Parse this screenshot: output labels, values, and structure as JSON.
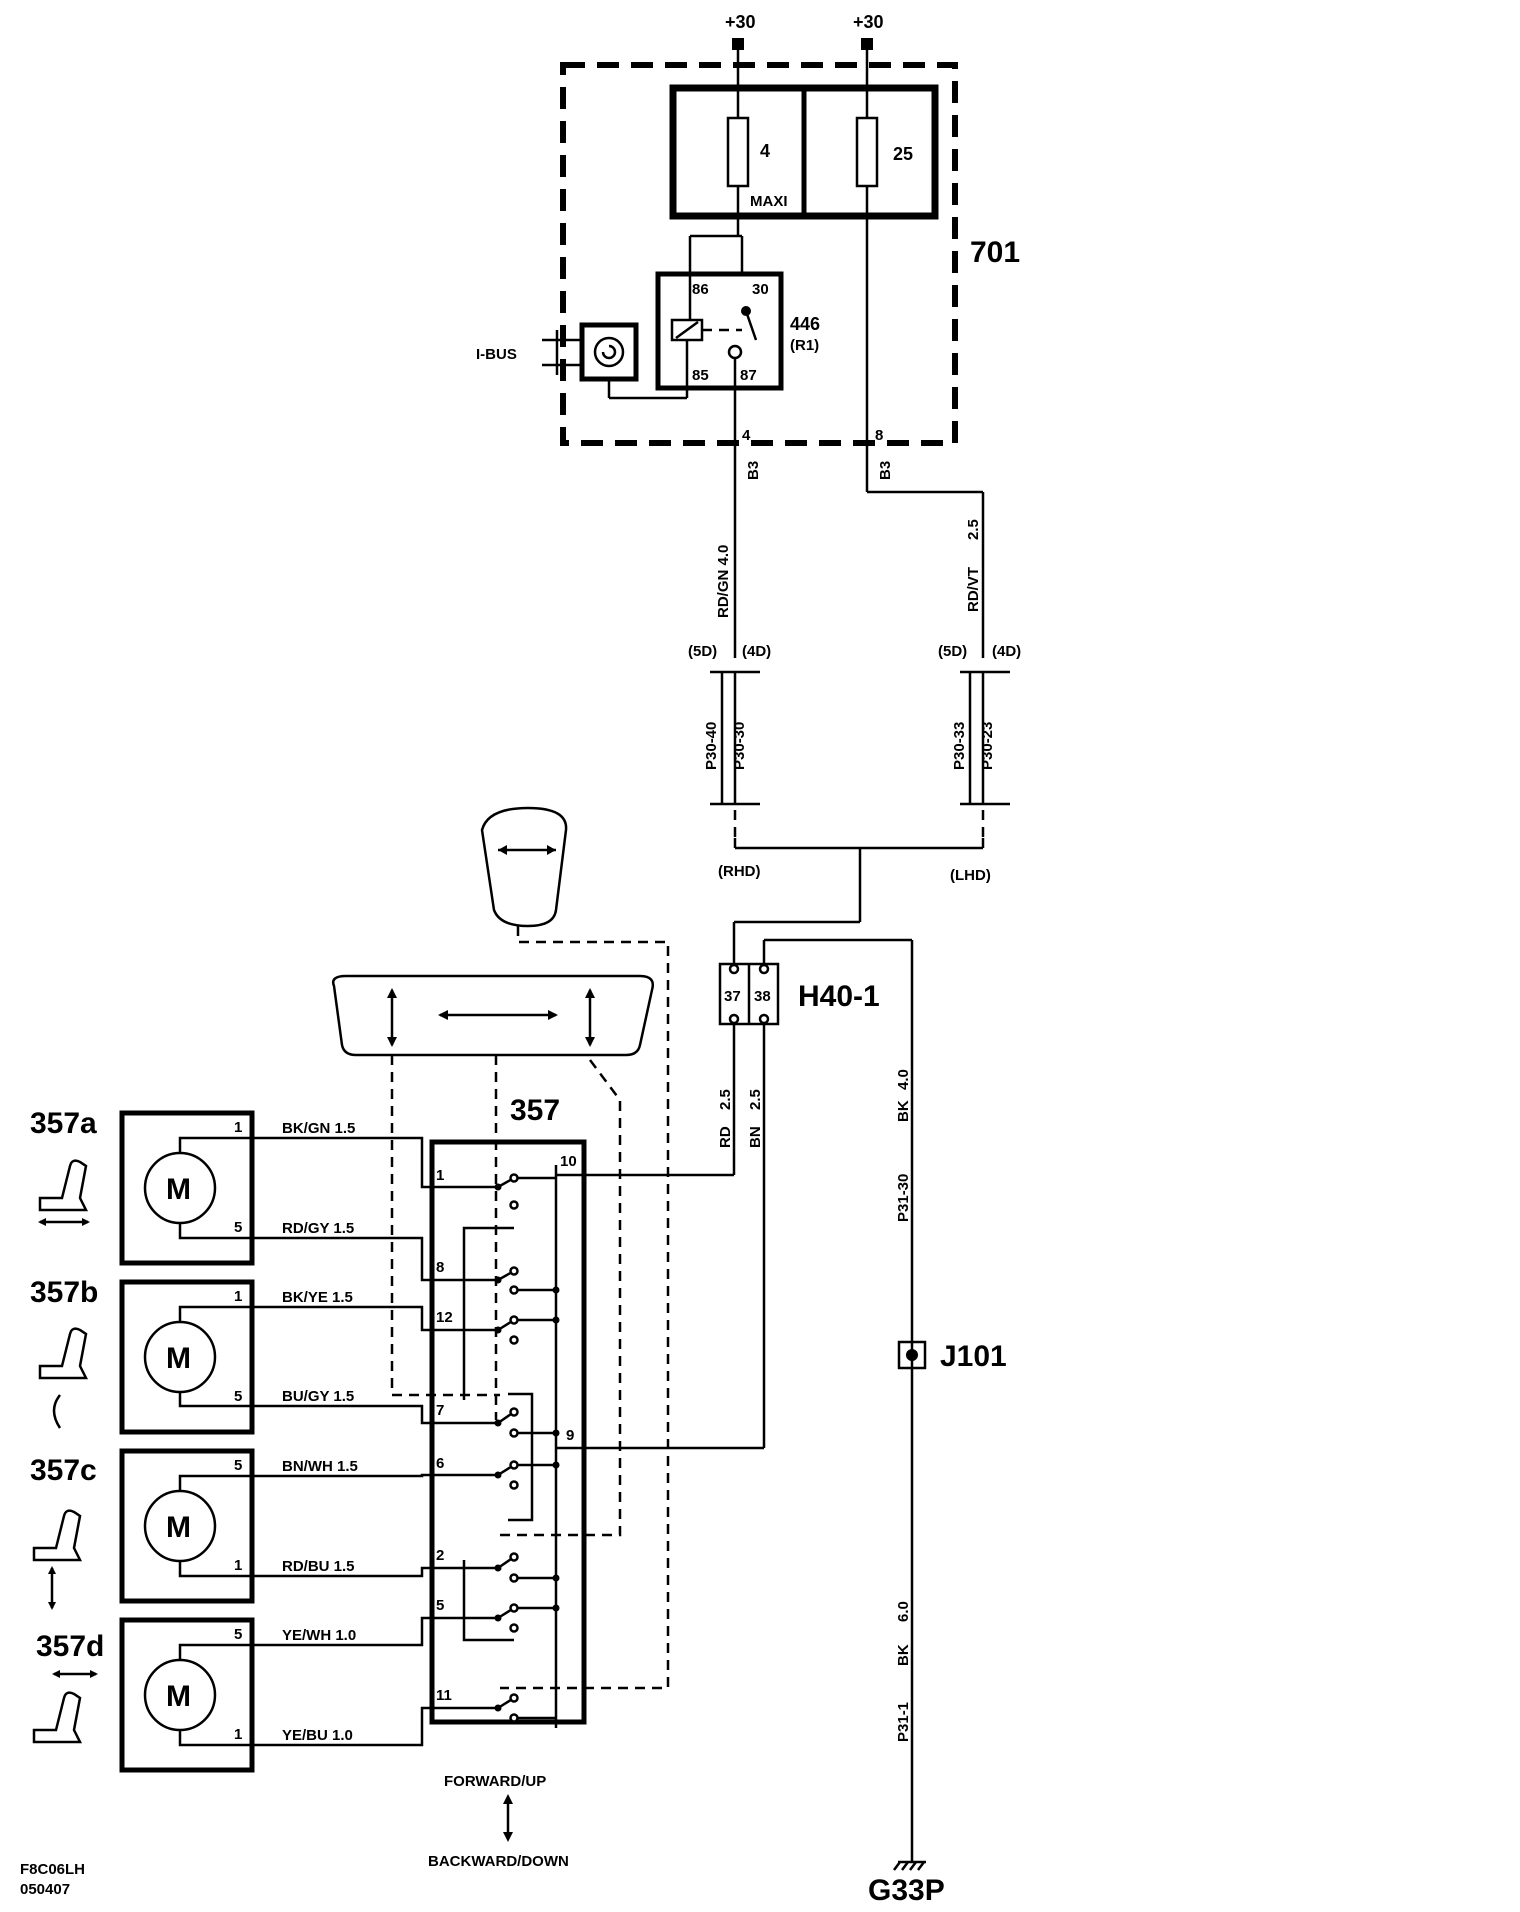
{
  "supply": {
    "left": "+30",
    "right": "+30"
  },
  "fuse_box": {
    "id": "701",
    "fuse_left_number": "4",
    "fuse_left_type": "MAXI",
    "fuse_right_number": "25"
  },
  "relay": {
    "id": "446",
    "sub": "(R1)",
    "pin86": "86",
    "pin30": "30",
    "pin85": "85",
    "pin87": "87"
  },
  "ibus_label": "I-BUS",
  "connector_b3": {
    "left_pin": "4",
    "left_label": "B3",
    "right_pin": "8",
    "right_label": "B3"
  },
  "wires": {
    "left_main": "RD/GN 4.0",
    "right_main_color": "RD/VT",
    "right_main_size": "2.5",
    "rd_size": "2.5",
    "rd_color": "RD",
    "bn_size": "2.5",
    "bn_color": "BN",
    "gnd_upper_size": "4.0",
    "gnd_upper_color": "BK",
    "gnd_upper_conn": "P31-30",
    "gnd_lower_size": "6.0",
    "gnd_lower_color": "BK",
    "gnd_lower_conn": "P31-1"
  },
  "variants": {
    "left_5d": "(5D)",
    "left_4d": "(4D)",
    "right_5d": "(5D)",
    "right_4d": "(4D)",
    "p30_40": "P30-40",
    "p30_30": "P30-30",
    "p30_33": "P30-33",
    "p30_23": "P30-23",
    "rhd": "(RHD)",
    "lhd": "(LHD)"
  },
  "h40": {
    "id": "H40-1",
    "pin37": "37",
    "pin38": "38"
  },
  "j101": "J101",
  "ground": "G33P",
  "switch": {
    "id": "357",
    "pins": [
      "1",
      "8",
      "12",
      "7",
      "6",
      "2",
      "5",
      "11",
      "10",
      "9"
    ],
    "bottom_top": "FORWARD/UP",
    "bottom_bottom": "BACKWARD/DOWN"
  },
  "motors": [
    {
      "id": "357a",
      "symbol": "M",
      "pin_top": "1",
      "pin_bottom": "5",
      "wire_top": "BK/GN  1.5",
      "wire_bottom": "RD/GY  1.5"
    },
    {
      "id": "357b",
      "symbol": "M",
      "pin_top": "1",
      "pin_bottom": "5",
      "wire_top": "BK/YE   1.5",
      "wire_bottom": "BU/GY  1.5"
    },
    {
      "id": "357c",
      "symbol": "M",
      "pin_top": "5",
      "pin_bottom": "1",
      "wire_top": "BN/WH 1.5",
      "wire_bottom": "RD/BU  1.5"
    },
    {
      "id": "357d",
      "symbol": "M",
      "pin_top": "5",
      "pin_bottom": "1",
      "wire_top": "YE/WH 1.0",
      "wire_bottom": "YE/BU  1.0"
    }
  ],
  "doc_code": "F8C06LH",
  "doc_date": "050407"
}
